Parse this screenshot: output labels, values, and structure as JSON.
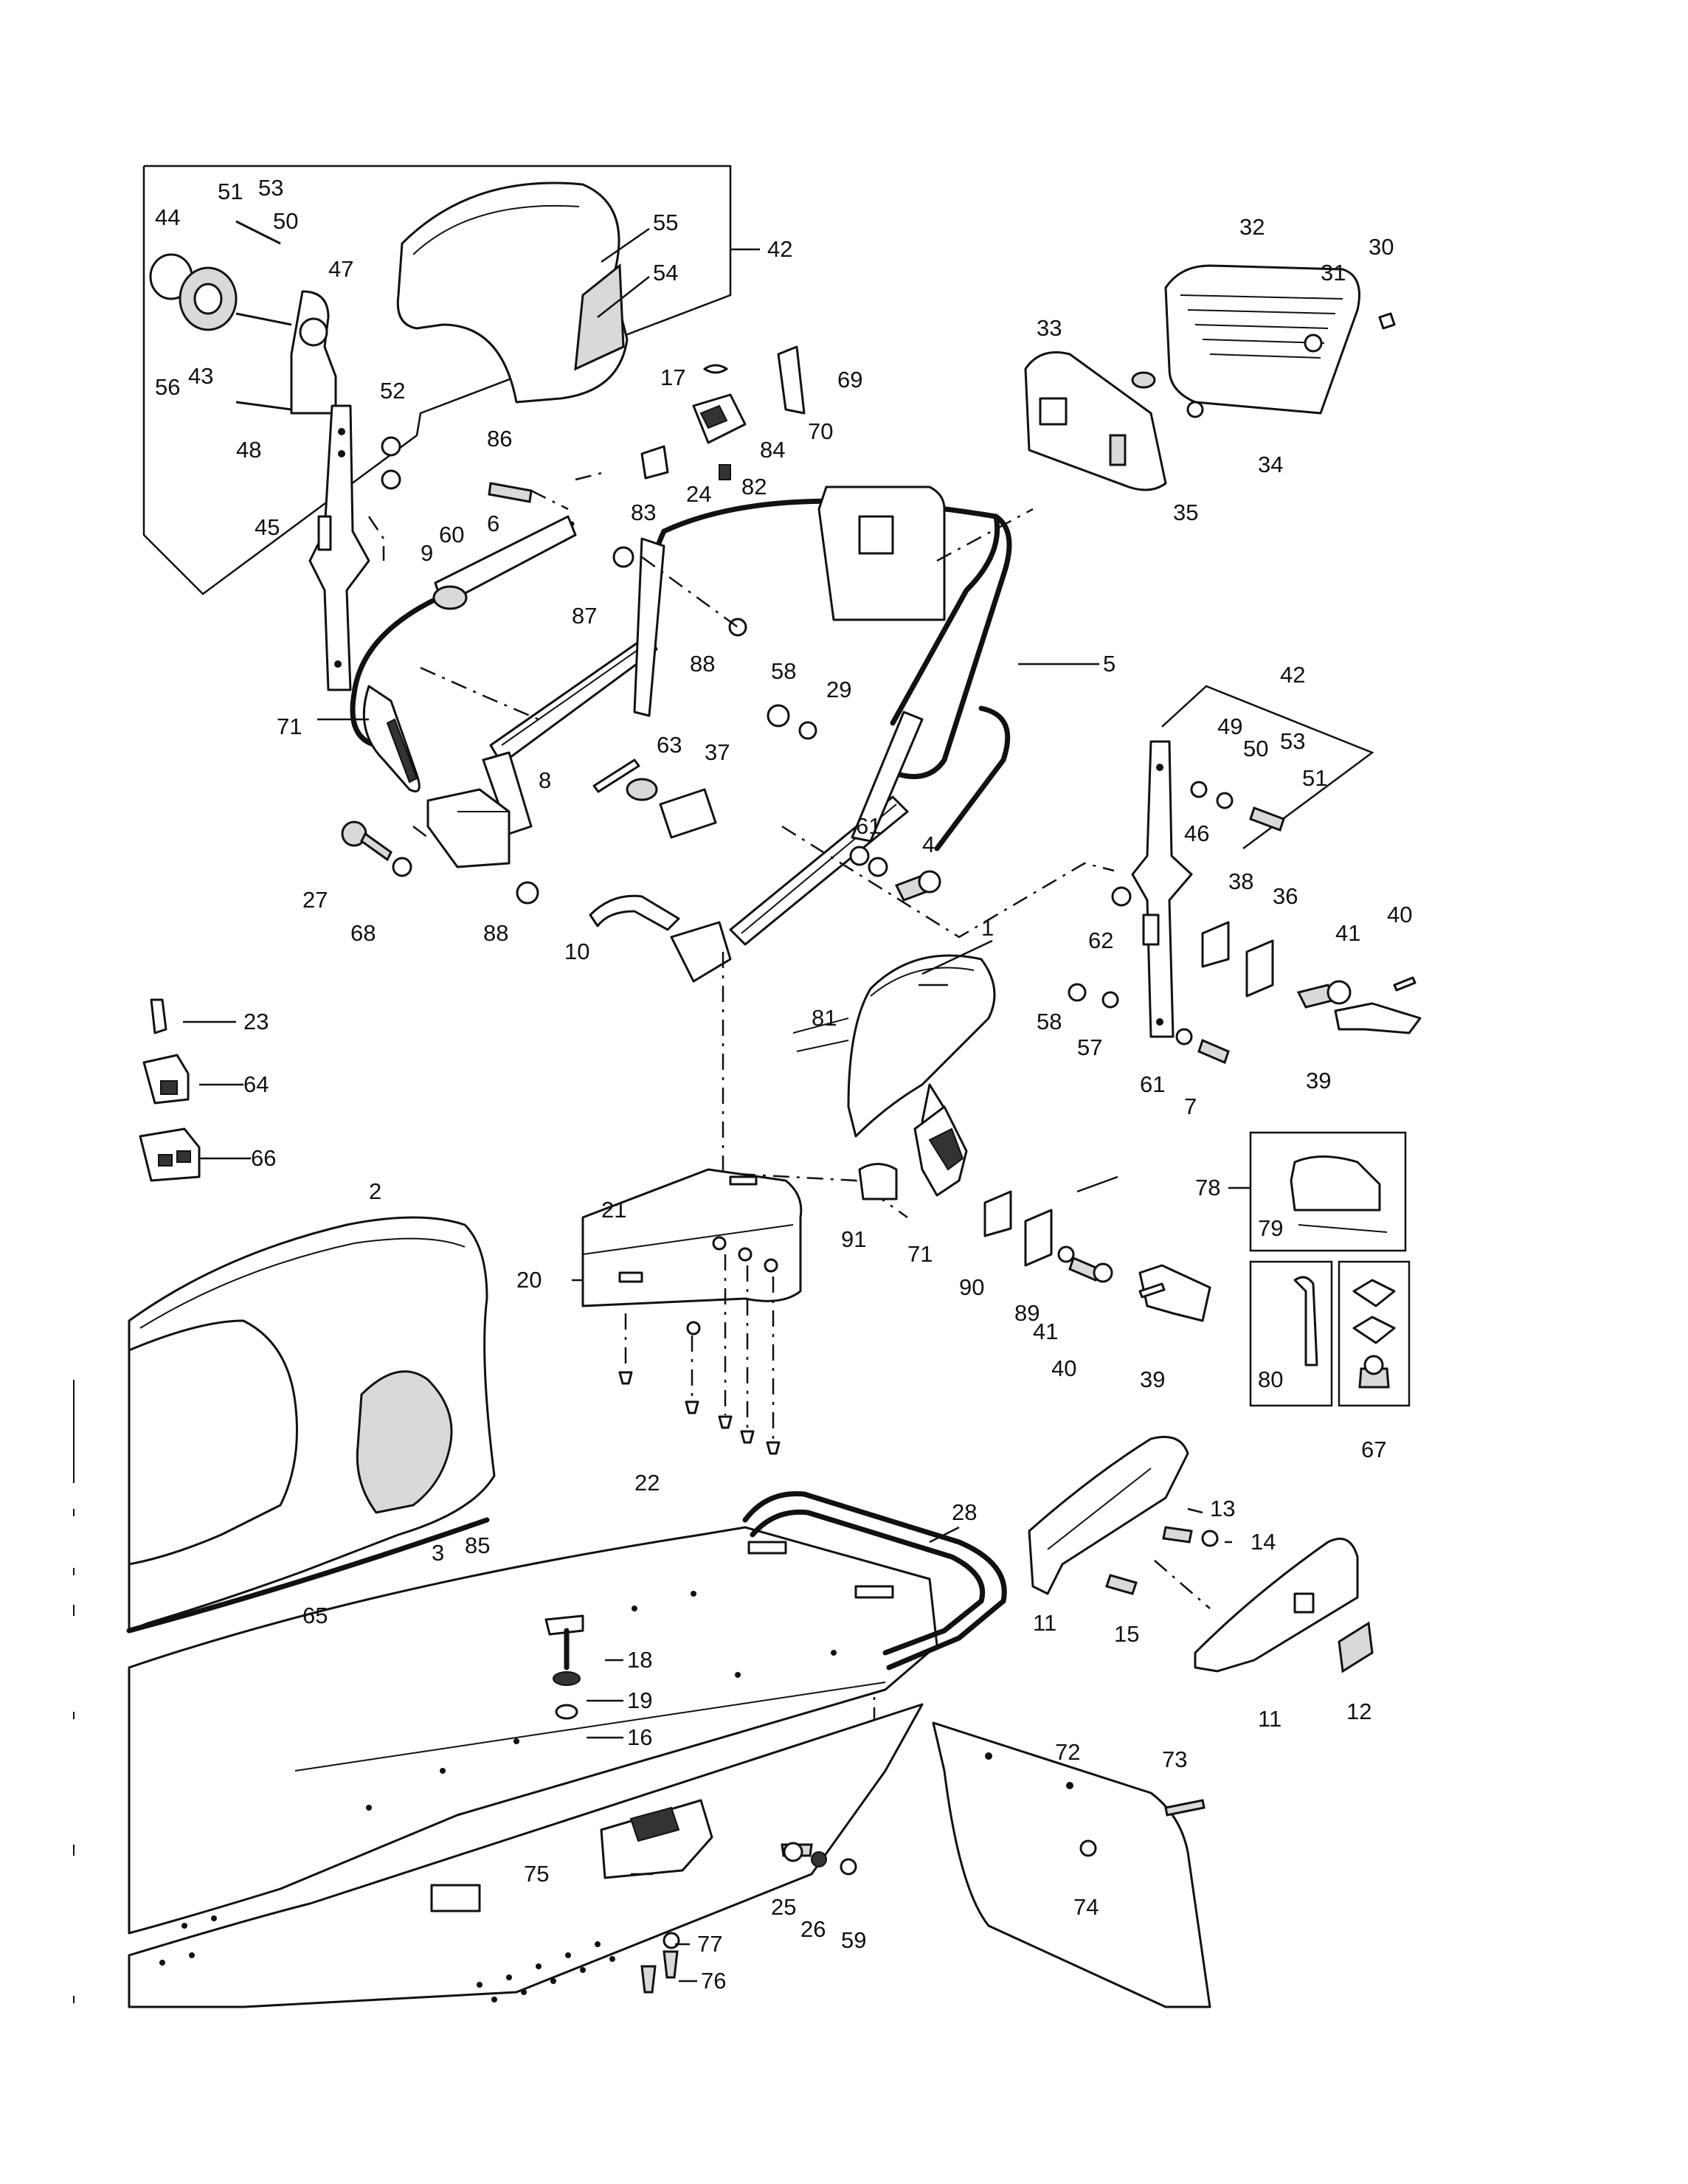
{
  "diagram": {
    "callouts": [
      "1",
      "2",
      "3",
      "4",
      "5",
      "6",
      "7",
      "8",
      "9",
      "10",
      "11",
      "12",
      "13",
      "14",
      "15",
      "16",
      "17",
      "18",
      "19",
      "20",
      "21",
      "22",
      "23",
      "24",
      "25",
      "26",
      "27",
      "28",
      "29",
      "30",
      "31",
      "32",
      "33",
      "34",
      "35",
      "36",
      "37",
      "38",
      "39",
      "40",
      "41",
      "42",
      "43",
      "44",
      "45",
      "46",
      "47",
      "48",
      "49",
      "50",
      "51",
      "52",
      "53",
      "54",
      "55",
      "56",
      "57",
      "58",
      "59",
      "60",
      "61",
      "62",
      "63",
      "64",
      "65",
      "66",
      "67",
      "68",
      "69",
      "70",
      "71",
      "72",
      "73",
      "74",
      "75",
      "76",
      "77",
      "78",
      "79",
      "80",
      "81",
      "82",
      "83",
      "84",
      "85",
      "86",
      "87",
      "88",
      "89",
      "90",
      "91"
    ]
  },
  "colors": {
    "ink": "#111111",
    "paper": "#ffffff",
    "shade": "#d9d9d9"
  }
}
